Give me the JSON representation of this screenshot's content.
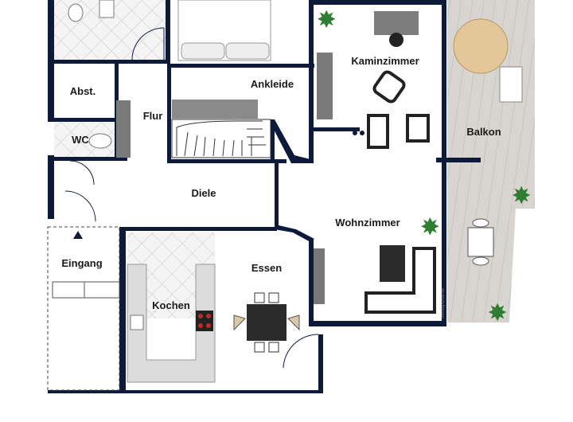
{
  "rooms": {
    "abstellraum": "Abst.",
    "wc": "WC",
    "flur": "Flur",
    "ankleide": "Ankleide",
    "kaminzimmer": "Kaminzimmer",
    "balkon": "Balkon",
    "diele": "Diele",
    "wohnzimmer": "Wohnzimmer",
    "eingang": "Eingang",
    "essen": "Essen",
    "kochen": "Kochen"
  },
  "watermark": "Immogrundriss",
  "colors": {
    "wall": "#0d1a3a",
    "floor": "#ffffff",
    "tile_floor": "#f1f1f1",
    "balcony_deck": "#d9d5d0",
    "countertop": "#dcdcdc",
    "plant": "#2e7d32",
    "umbrella": "#e3c79a"
  }
}
